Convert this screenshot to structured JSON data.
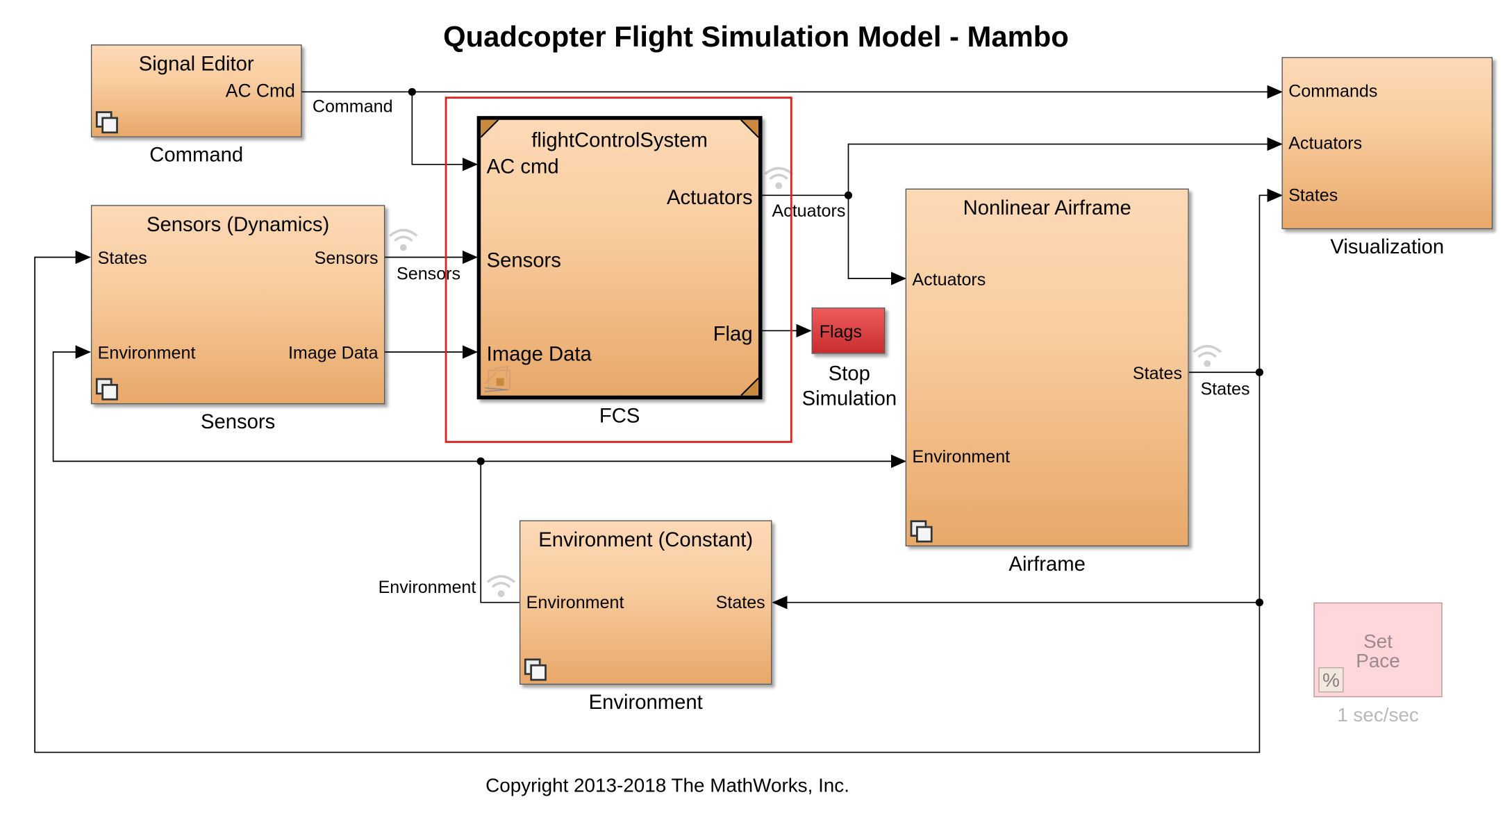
{
  "title": "Quadcopter Flight Simulation Model - Mambo",
  "copyright": "Copyright 2013-2018 The MathWorks, Inc.",
  "blocks": {
    "signal_editor": {
      "title": "Signal Editor",
      "out_ports": [
        "AC Cmd"
      ],
      "caption": "Command"
    },
    "sensors": {
      "title": "Sensors (Dynamics)",
      "in_ports": [
        "States",
        "Environment"
      ],
      "out_ports": [
        "Sensors",
        "Image Data"
      ],
      "caption": "Sensors"
    },
    "fcs": {
      "title": "flightControlSystem",
      "in_ports": [
        "AC cmd",
        "Sensors",
        "Image Data"
      ],
      "out_ports": [
        "Actuators",
        "Flag"
      ],
      "caption": "FCS"
    },
    "flags": {
      "label": "Flags",
      "caption_line1": "Stop",
      "caption_line2": "Simulation"
    },
    "airframe": {
      "title": "Nonlinear Airframe",
      "in_ports": [
        "Actuators",
        "Environment"
      ],
      "out_ports": [
        "States"
      ],
      "caption": "Airframe"
    },
    "environment": {
      "title": "Environment (Constant)",
      "in_ports": [
        "Environment"
      ],
      "out_ports": [
        "States"
      ],
      "caption": "Environment"
    },
    "visualization": {
      "in_ports": [
        "Commands",
        "Actuators",
        "States"
      ],
      "caption": "Visualization"
    },
    "set_pace": {
      "label_line1": "Set",
      "label_line2": "Pace",
      "icon": "%",
      "caption": "1 sec/sec"
    }
  },
  "signals": {
    "command": "Command",
    "sensors": "Sensors",
    "actuators": "Actuators",
    "states": "States",
    "environment": "Environment"
  },
  "icons": [
    "subsystem-icon",
    "wifi-icon",
    "percent-icon",
    "variant-icon"
  ],
  "colors": {
    "block_top": "#fdd9b6",
    "block_bottom": "#e8a868",
    "highlight": "#e02020",
    "flags": "#d83a3a",
    "set_pace": "#ffd6da"
  }
}
